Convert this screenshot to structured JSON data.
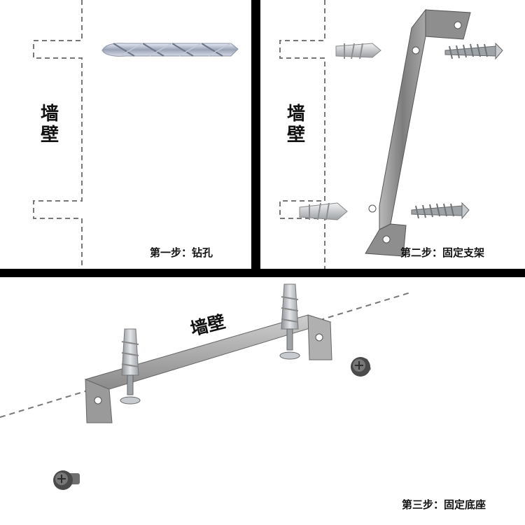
{
  "wall_label": "墙壁",
  "steps": {
    "step1": "第一步：钻孔",
    "step2": "第二步：固定支架",
    "step3": "第三步：固定底座"
  },
  "colors": {
    "divider": "#000000",
    "dash": "#777777",
    "metal": "#9a9a9a"
  }
}
